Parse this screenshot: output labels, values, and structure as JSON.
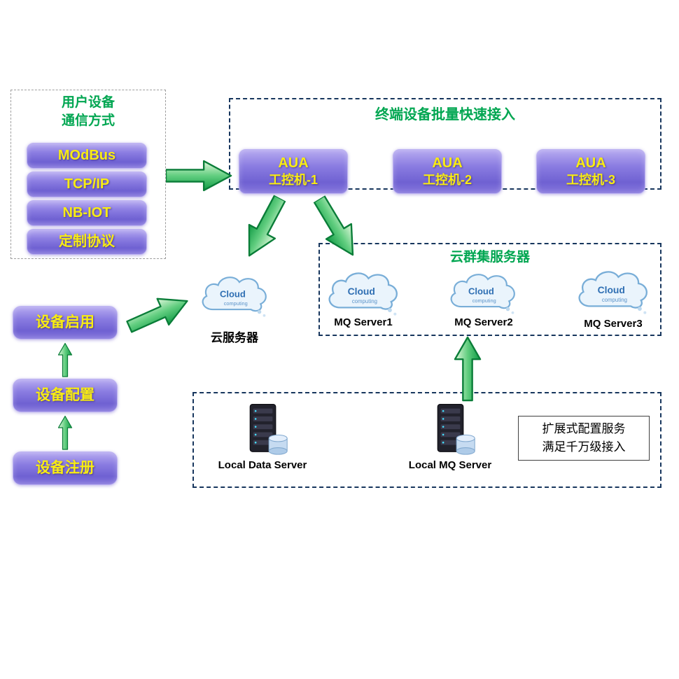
{
  "comm_panel": {
    "title_line1": "用户设备",
    "title_line2": "通信方式",
    "items": [
      "MOdBus",
      "TCP/IP",
      "NB-IOT",
      "定制协议"
    ]
  },
  "terminal_panel": {
    "title": "终端设备批量快速接入",
    "nodes": [
      {
        "line1": "AUA",
        "line2": "工控机-1"
      },
      {
        "line1": "AUA",
        "line2": "工控机-2"
      },
      {
        "line1": "AUA",
        "line2": "工控机-3"
      }
    ]
  },
  "cloud_server": {
    "label": "云服务器"
  },
  "cluster_panel": {
    "title": "云群集服务器",
    "nodes": [
      "MQ Server1",
      "MQ Server2",
      "MQ Server3"
    ]
  },
  "workflow": {
    "steps": [
      "设备启用",
      "设备配置",
      "设备注册"
    ]
  },
  "local_panel": {
    "servers": [
      "Local Data Server",
      "Local MQ Server"
    ],
    "note_line1": "扩展式配置服务",
    "note_line2": "满足千万级接入"
  },
  "cloud_icon": {
    "line1": "Cloud",
    "line2": "computing"
  },
  "colors": {
    "title_green": "#00A651",
    "box_navy": "#17365D",
    "button_purple": "#7A6BD8",
    "button_text_yellow": "#F8EC13",
    "arrow_green": "#0F9A44"
  }
}
